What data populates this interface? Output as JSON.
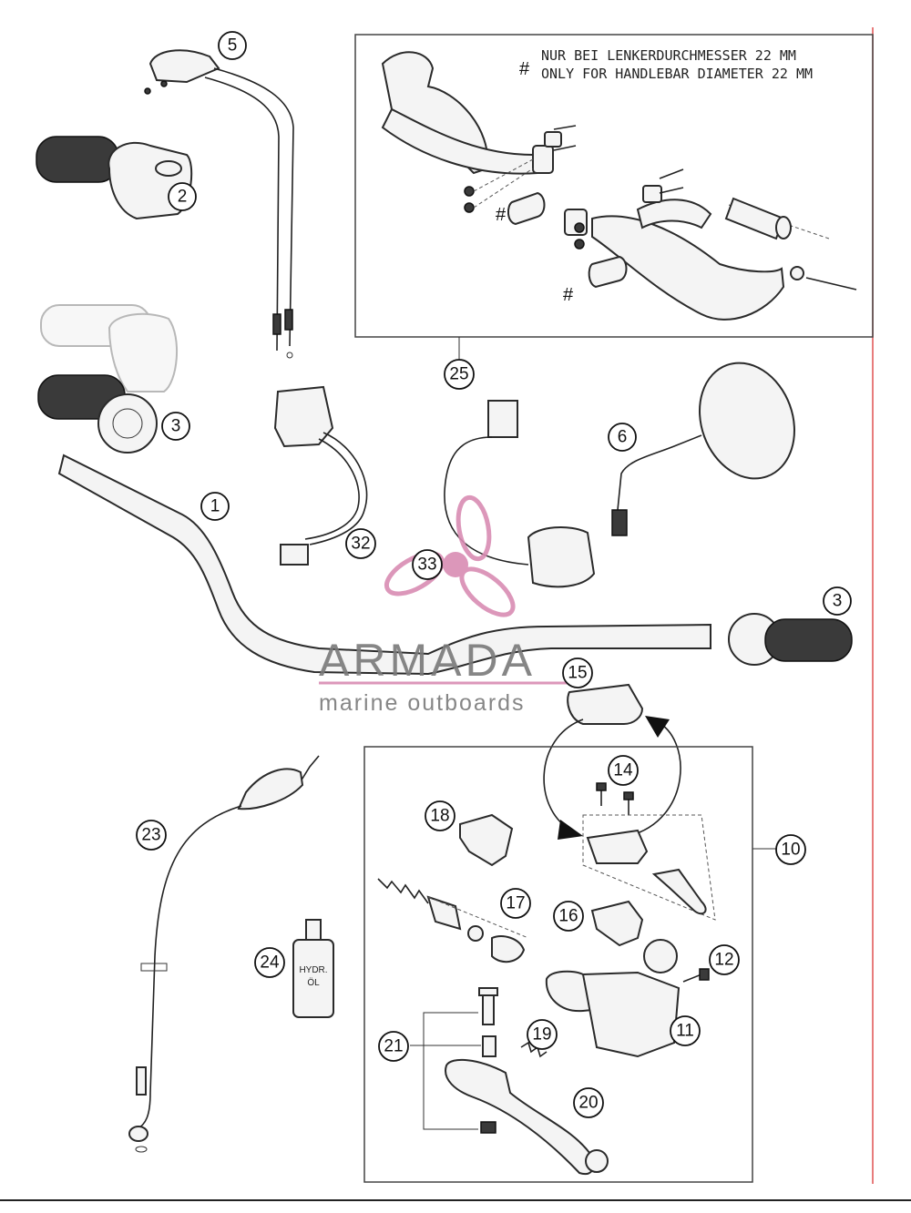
{
  "callouts": [
    {
      "id": "1",
      "label": "1"
    },
    {
      "id": "2",
      "label": "2"
    },
    {
      "id": "3a",
      "label": "3"
    },
    {
      "id": "3b",
      "label": "3"
    },
    {
      "id": "5",
      "label": "5"
    },
    {
      "id": "6",
      "label": "6"
    },
    {
      "id": "10",
      "label": "10"
    },
    {
      "id": "11",
      "label": "11"
    },
    {
      "id": "12",
      "label": "12"
    },
    {
      "id": "14",
      "label": "14"
    },
    {
      "id": "15",
      "label": "15"
    },
    {
      "id": "16",
      "label": "16"
    },
    {
      "id": "17",
      "label": "17"
    },
    {
      "id": "18",
      "label": "18"
    },
    {
      "id": "19",
      "label": "19"
    },
    {
      "id": "20",
      "label": "20"
    },
    {
      "id": "21",
      "label": "21"
    },
    {
      "id": "23",
      "label": "23"
    },
    {
      "id": "24",
      "label": "24"
    },
    {
      "id": "25",
      "label": "25"
    },
    {
      "id": "32",
      "label": "32"
    },
    {
      "id": "33",
      "label": "33"
    }
  ],
  "handguard_note": {
    "symbol": "#",
    "line_de": "NUR BEI LENKERDURCHMESSER 22 MM",
    "line_en": "ONLY FOR HANDLEBAR DIAMETER 22 MM"
  },
  "hash_marks": [
    "#",
    "#"
  ],
  "oil_bottle_label": {
    "line1": "HYDR.",
    "line2": "ÖL"
  },
  "watermark": {
    "title": "ARMADA",
    "subtitle": "marine outboards",
    "accent_color": "#d98cb3"
  },
  "colors": {
    "line": "#222222",
    "frame": "#444444",
    "edge_mark": "#e05050"
  }
}
